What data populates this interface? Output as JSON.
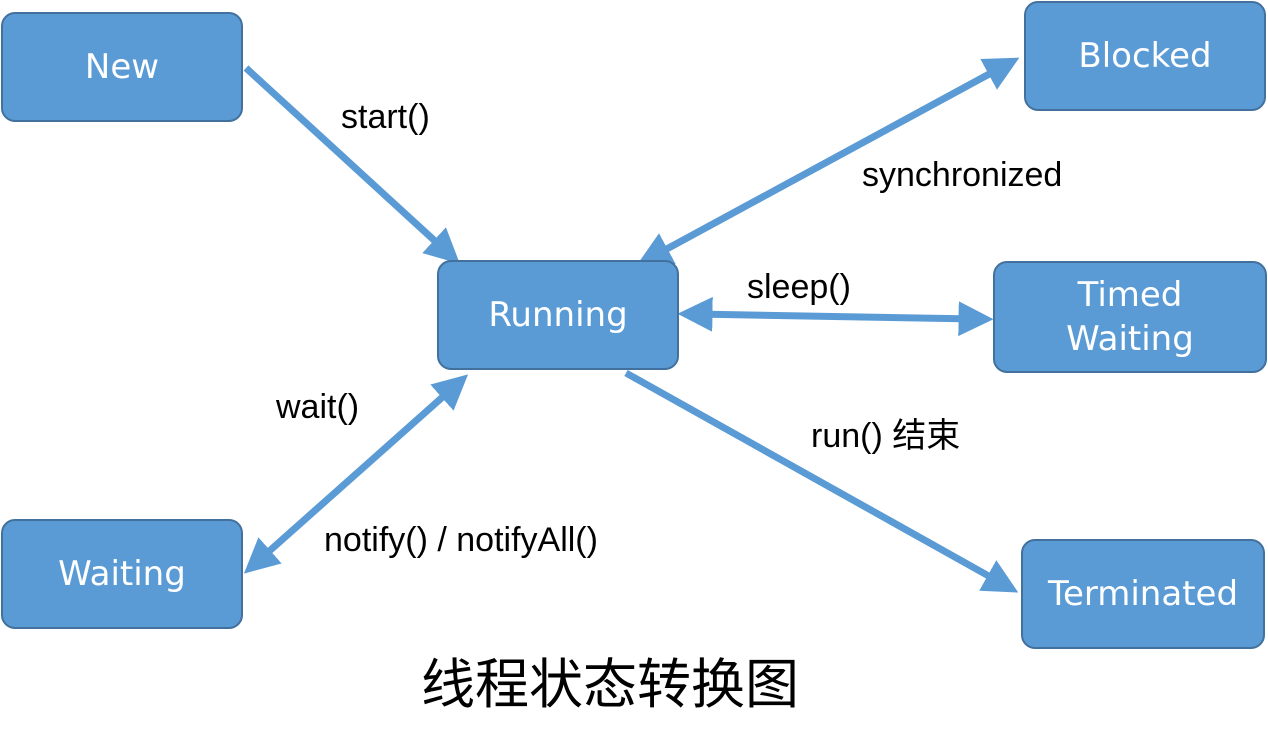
{
  "diagram": {
    "title": "线程状态转换图",
    "states": {
      "new": "New",
      "running": "Running",
      "blocked": "Blocked",
      "timed_waiting": "Timed\nWaiting",
      "waiting": "Waiting",
      "terminated": "Terminated"
    },
    "transitions": {
      "start": "start()",
      "synchronized": "synchronized",
      "sleep": "sleep()",
      "run_end": "run() 结束",
      "wait": "wait()",
      "notify": "notify() / notifyAll()"
    },
    "colors": {
      "box_fill": "#5b9bd5",
      "box_border": "#41719c",
      "arrow": "#5b9bd5"
    }
  }
}
